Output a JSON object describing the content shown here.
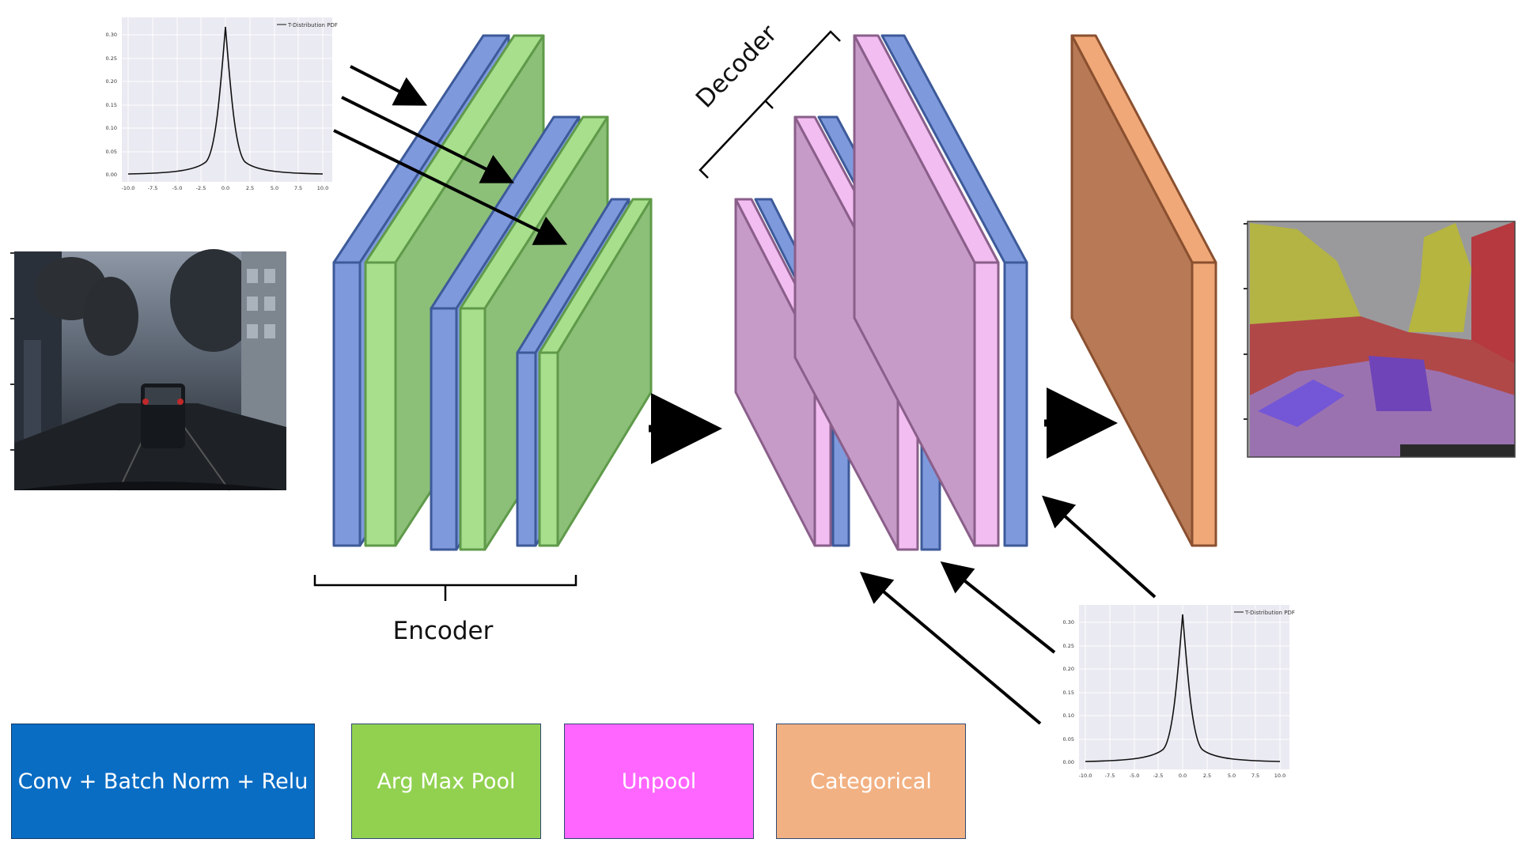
{
  "labels": {
    "encoder": "Encoder",
    "decoder": "Decoder"
  },
  "legend": [
    {
      "label": "Conv + Batch Norm + Relu",
      "color": "#0a6dc4"
    },
    {
      "label": "Arg Max Pool",
      "color": "#92d150"
    },
    {
      "label": "Unpool",
      "color": "#ff66ff"
    },
    {
      "label": "Categorical",
      "color": "#f2b183"
    }
  ],
  "plot": {
    "legend_text": "T-Distribution PDF",
    "y_ticks": [
      "0.30",
      "0.25",
      "0.20",
      "0.15",
      "0.10",
      "0.05",
      "0.00"
    ],
    "x_ticks": [
      "-10.0",
      "-7.5",
      "-5.0",
      "-2.5",
      "0.0",
      "2.5",
      "5.0",
      "7.5",
      "10.0"
    ]
  },
  "colors": {
    "conv_blue": "#7f99dd",
    "pool_green": "#8cbf78",
    "pool_green_light": "#a8df8c",
    "unpool_pink": "#c79bc7",
    "unpool_pink_light": "#f2bdf0",
    "categorical_orange": "#b87a56",
    "categorical_light": "#f0a878"
  }
}
